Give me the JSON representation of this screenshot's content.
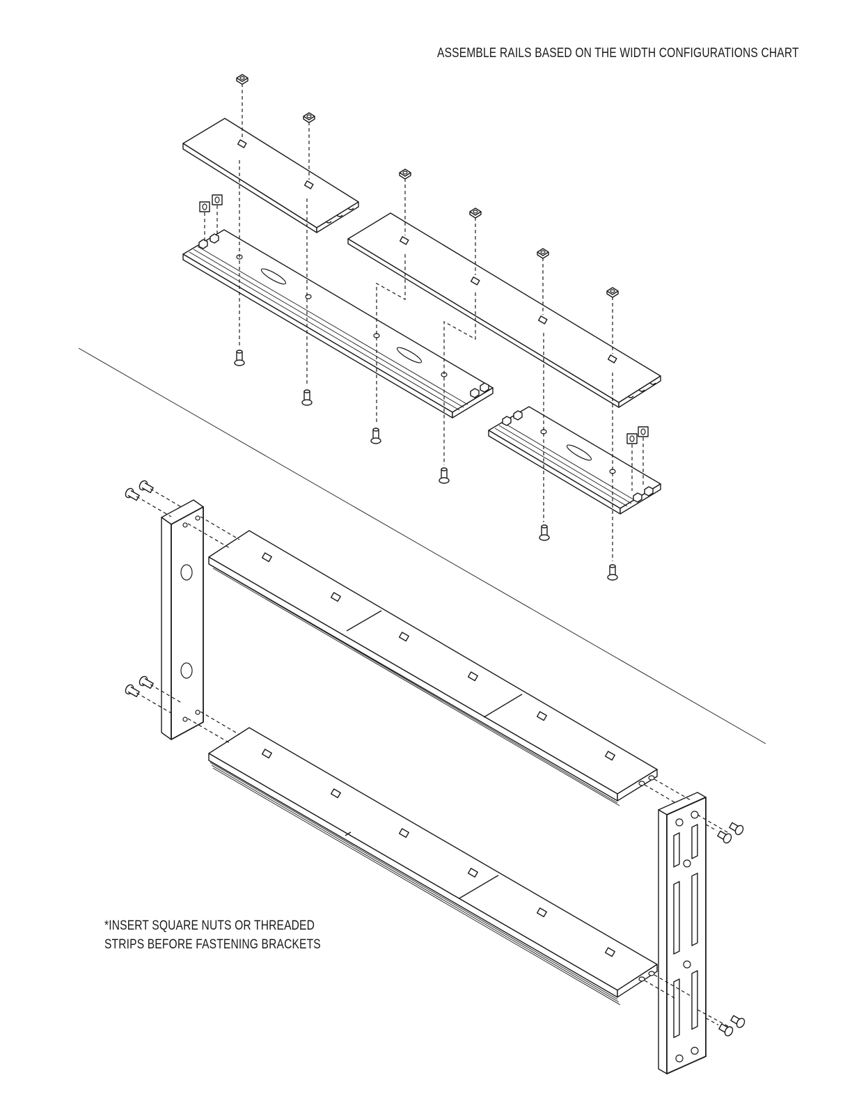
{
  "captions": {
    "top_instruction": "ASSEMBLE  RAILS BASED ON THE WIDTH CONFIGURATIONS CHART",
    "note_line1": "*INSERT SQUARE NUTS OR THREADED",
    "note_line2": "STRIPS BEFORE FASTENING BRACKETS"
  }
}
